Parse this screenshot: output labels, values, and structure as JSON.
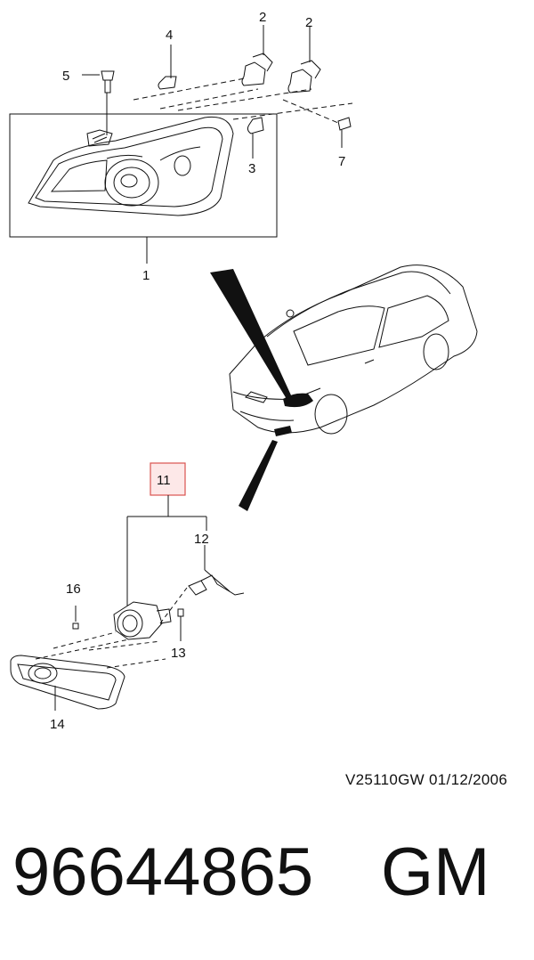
{
  "callouts": {
    "c1": "1",
    "c2a": "2",
    "c2b": "2",
    "c3": "3",
    "c4": "4",
    "c5": "5",
    "c7": "7",
    "c11": "11",
    "c12": "12",
    "c13": "13",
    "c14": "14",
    "c16": "16"
  },
  "drawing_code": "V25110GW  01/12/2006",
  "part_number": "96644865",
  "brand": "GM",
  "colors": {
    "line": "#111111",
    "highlight_fill": "#fde8e8",
    "highlight_border": "#d9534f"
  }
}
